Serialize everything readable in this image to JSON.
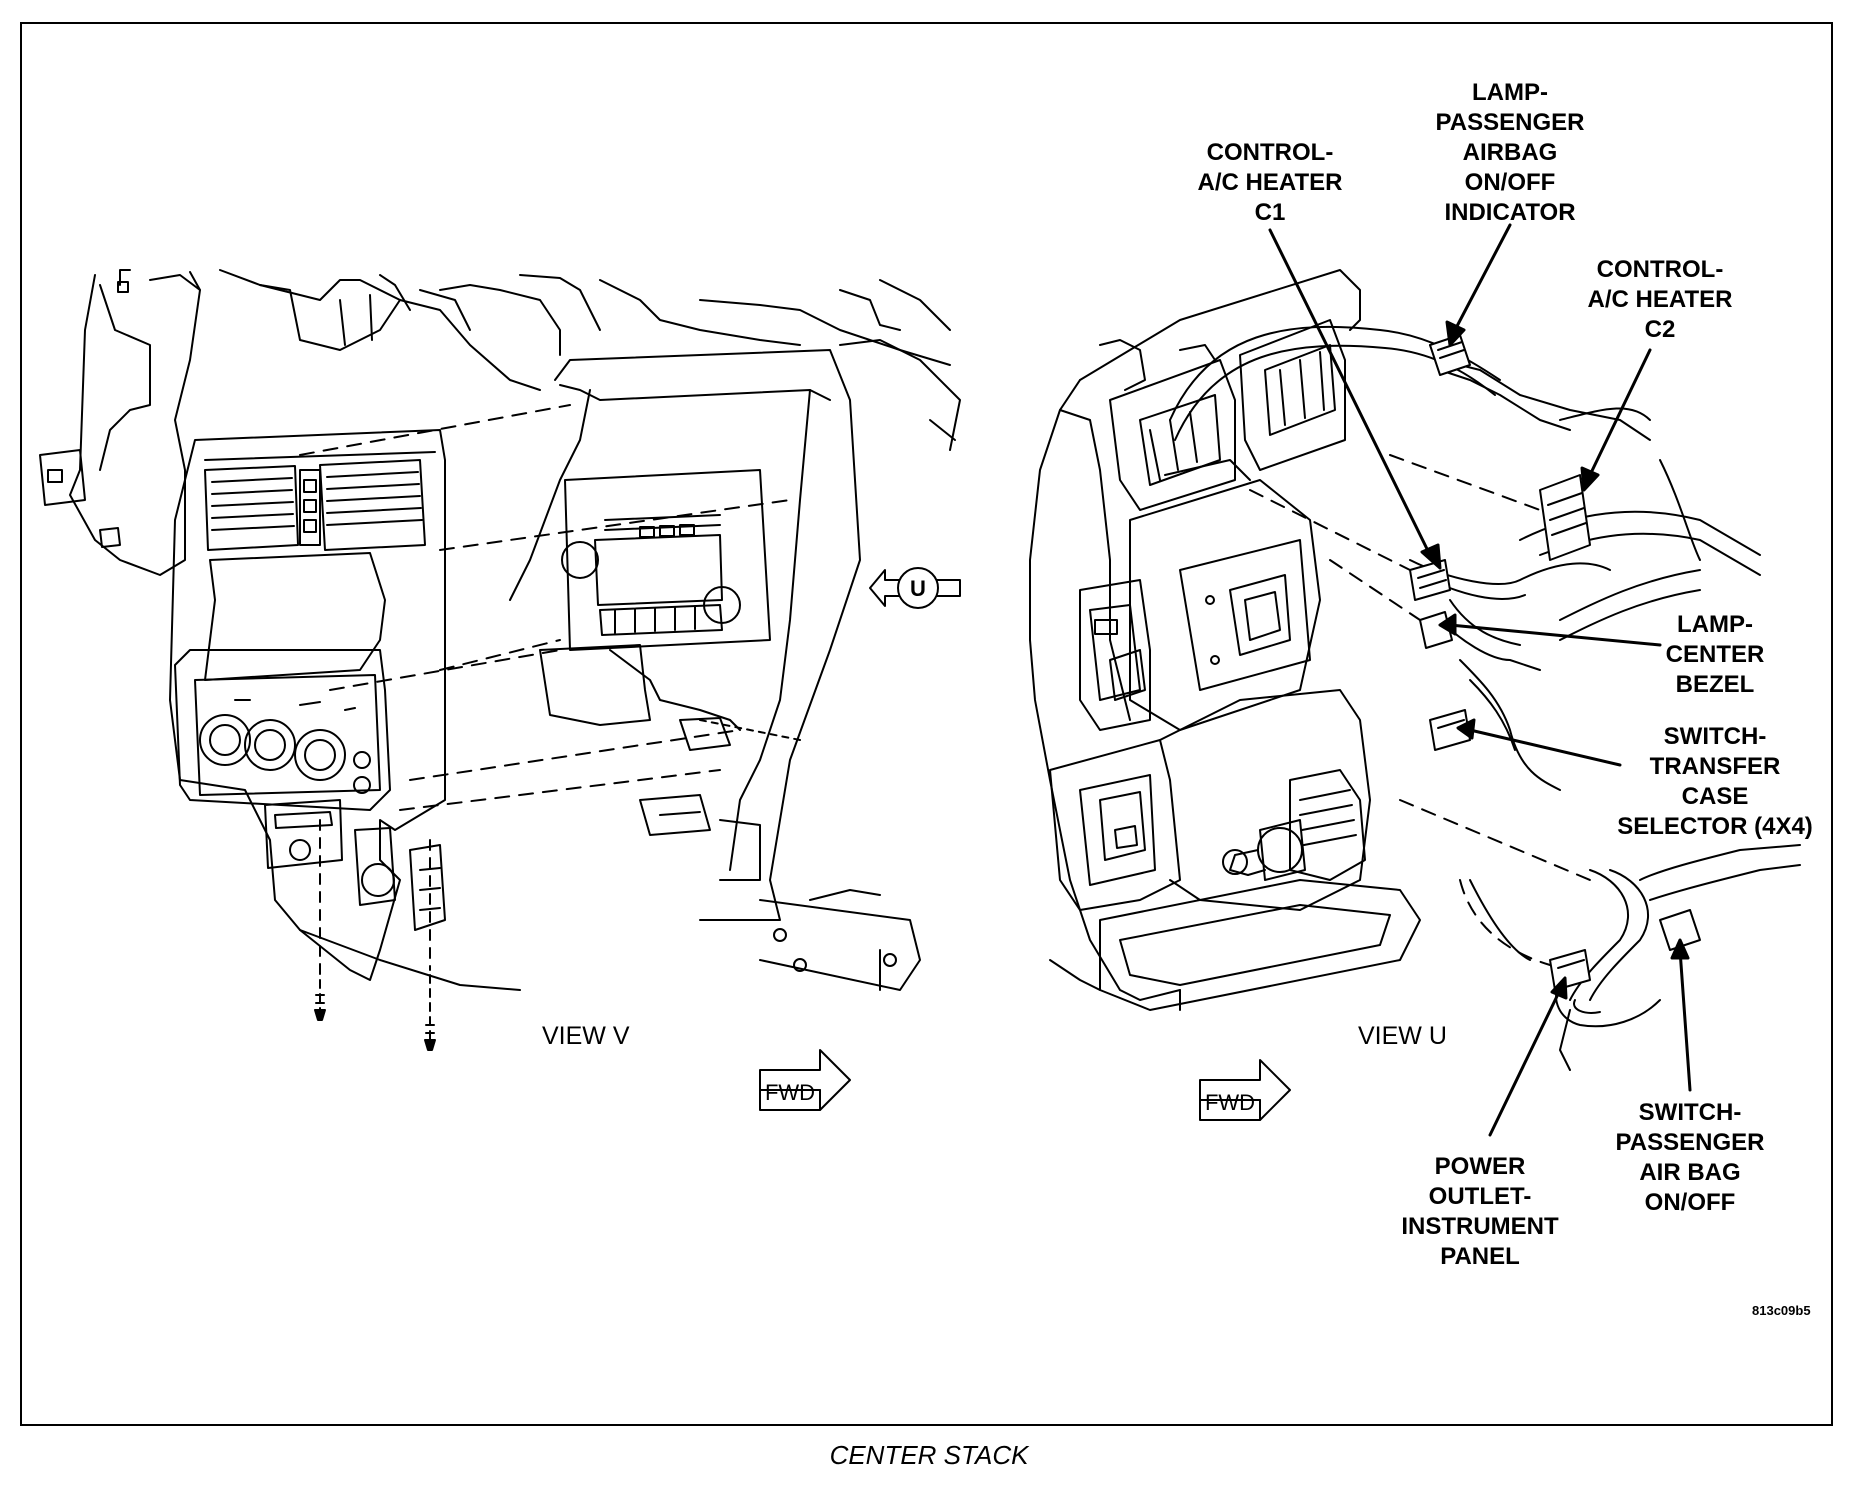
{
  "callouts": {
    "control_ac_heater_c1": "CONTROL-\nA/C HEATER\nC1",
    "lamp_passenger_airbag": "LAMP-\nPASSENGER\nAIRBAG\nON/OFF\nINDICATOR",
    "control_ac_heater_c2": "CONTROL-\nA/C HEATER\nC2",
    "lamp_center_bezel": "LAMP-\nCENTER\nBEZEL",
    "switch_transfer_case": "SWITCH-\nTRANSFER\nCASE\nSELECTOR (4X4)",
    "switch_passenger_airbag": "SWITCH-\nPASSENGER\nAIR BAG\nON/OFF",
    "power_outlet": "POWER\nOUTLET-\nINSTRUMENT\nPANEL"
  },
  "views": {
    "view_v": "VIEW V",
    "view_u": "VIEW U"
  },
  "markers": {
    "fwd": "FWD",
    "u": "U"
  },
  "reference_code": "813c09b5",
  "caption": "CENTER STACK",
  "icons": [
    "fwd-arrow-icon",
    "view-u-arrow-icon",
    "screw-icon"
  ]
}
